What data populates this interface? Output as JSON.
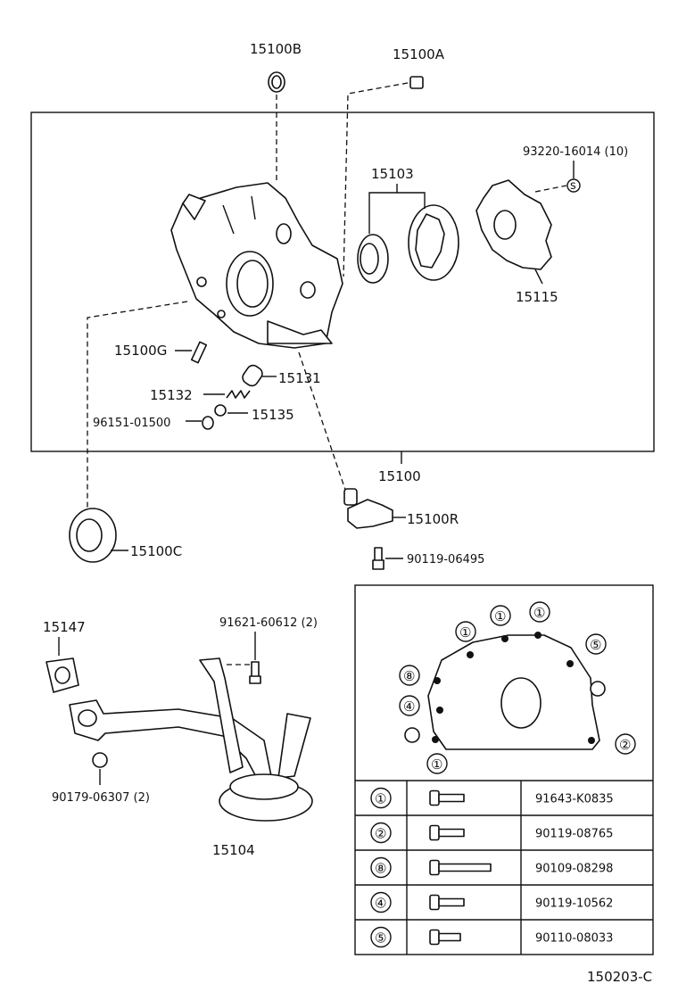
{
  "labels": {
    "p15100B": "15100B",
    "p15100A": "15100A",
    "p15103": "15103",
    "p93220": "93220-16014 (10)",
    "p15115": "15115",
    "p15100G": "15100G",
    "p15131": "15131",
    "p15132": "15132",
    "p15135": "15135",
    "p96151": "96151-01500",
    "p15100": "15100",
    "p15100R": "15100R",
    "p15100C": "15100C",
    "p90119a": "90119-06495",
    "p15147": "15147",
    "p91621": "91621-60612 (2)",
    "p90179": "90179-06307 (2)",
    "p15104": "15104",
    "ref": "150203-C"
  },
  "callouts": [
    "①",
    "①",
    "①",
    "⑤",
    "⑧",
    "④",
    "②",
    "①"
  ],
  "bolt_table": [
    {
      "key": "①",
      "part": "91643-K0835"
    },
    {
      "key": "②",
      "part": "90119-08765"
    },
    {
      "key": "⑧",
      "part": "90109-08298"
    },
    {
      "key": "④",
      "part": "90119-10562"
    },
    {
      "key": "⑤",
      "part": "90110-08033"
    }
  ]
}
